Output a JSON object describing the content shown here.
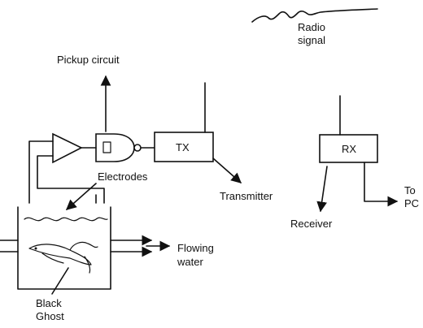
{
  "labels": {
    "radio_signal_line1": "Radio",
    "radio_signal_line2": "signal",
    "pickup_circuit": "Pickup circuit",
    "tx": "TX",
    "rx": "RX",
    "electrodes": "Electrodes",
    "transmitter": "Transmitter",
    "receiver": "Receiver",
    "to_pc_line1": "To",
    "to_pc_line2": "PC",
    "flowing_water_line1": "Flowing",
    "flowing_water_line2": "water",
    "black_ghost_line1": "Black",
    "black_ghost_line2": "Ghost"
  }
}
